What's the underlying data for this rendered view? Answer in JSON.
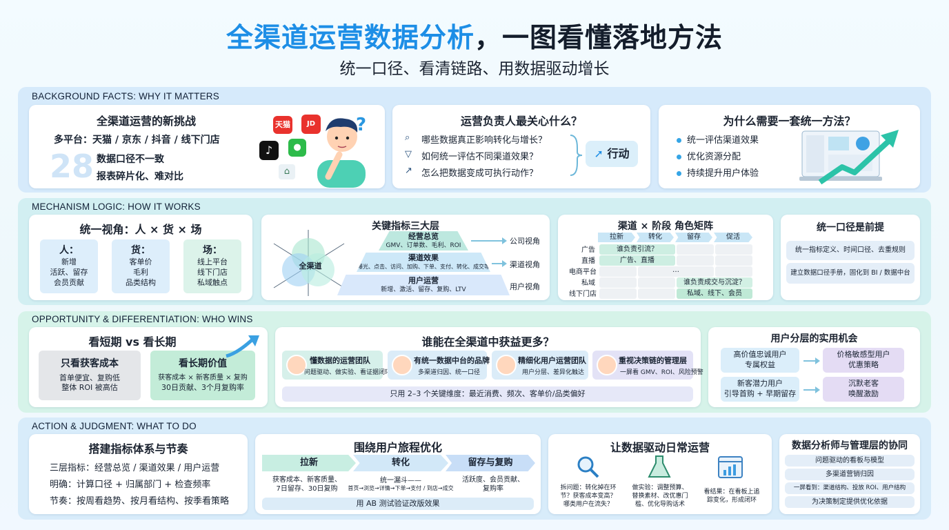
{
  "header": {
    "title_part1": "全渠道运营数据分析",
    "title_part2": "，一图看懂落地方法",
    "subtitle": "统一口径、看清链路、用数据驱动增长"
  },
  "sections": {
    "background": "BACKGROUND FACTS: WHY IT MATTERS",
    "mechanism": "MECHANISM LOGIC: HOW IT WORKS",
    "opportunity": "OPPORTUNITY & DIFFERENTIATION: WHO WINS",
    "action": "ACTION & JUDGMENT: WHAT TO DO"
  },
  "bg_card1": {
    "title": "全渠道运营的新挑战",
    "platforms": "多平台：天猫 / 京东 / 抖音 / 线下门店",
    "big_number": "28",
    "line2": "数据口径不一致",
    "line3": "报表碎片化、难对比",
    "app_tmall": "天猫",
    "app_jd": "JD"
  },
  "bg_card2": {
    "title": "运营负责人最关心什么？",
    "q1": "哪些数据真正影响转化与增长？",
    "q2": "如何统一评估不同渠道效果？",
    "q3": "怎么把数据变成可执行动作？",
    "action": "行动"
  },
  "bg_card3": {
    "title": "为什么需要一套统一方法？",
    "b1": "统一评估渠道效果",
    "b2": "优化资源分配",
    "b3": "持续提升用户体验"
  },
  "mech_card1": {
    "title": "统一视角：人 × 货 × 场",
    "cols": [
      {
        "head": "人：",
        "lines": [
          "新增",
          "活跃、留存",
          "会员贡献"
        ]
      },
      {
        "head": "货：",
        "lines": [
          "客单价",
          "毛利",
          "品类结构"
        ]
      },
      {
        "head": "场：",
        "lines": [
          "线上平台",
          "线下门店",
          "私域触点"
        ]
      }
    ]
  },
  "mech_card2": {
    "title": "关键指标三大层",
    "center": "全渠道",
    "layers": [
      {
        "name": "经营总览",
        "detail": "GMV、订单数、毛利、ROI",
        "view": "公司视角"
      },
      {
        "name": "渠道效果",
        "detail": "曝光、点击、访问、加购、下单、支付、转化、成交等",
        "view": "渠道视角"
      },
      {
        "name": "用户运营",
        "detail": "新增、激活、留存、复购、LTV",
        "view": "用户视角"
      }
    ]
  },
  "mech_card3": {
    "title": "渠道 × 阶段 角色矩阵",
    "stages": [
      "拉新",
      "转化",
      "留存",
      "促活"
    ],
    "rows": [
      "广告",
      "直播",
      "电商平台",
      "私域",
      "线下门店"
    ],
    "notes": {
      "ad": "谁负责引流？",
      "live": "广告、直播",
      "ec": "…",
      "private": "谁负责成交与沉淀？",
      "offline": "私域、线下、会员"
    }
  },
  "mech_card4": {
    "title": "统一口径是前提",
    "l1": "统一指标定义、时间口径、去重规则",
    "l2": "建立数据口径手册，固化到 BI / 数据中台"
  },
  "opp_card1": {
    "title": "看短期 vs 看长期",
    "left_title": "只看获客成本",
    "left_l1": "首单便宜、复购低",
    "left_l2": "整体 ROI 被高估",
    "right_title": "看长期价值",
    "right_l1": "获客成本 × 新客质量 × 复购",
    "right_l2": "30日贡献、3个月复购率"
  },
  "opp_card2": {
    "title": "谁能在全渠道中获益更多？",
    "teams": [
      {
        "name": "懂数据的运营团队",
        "desc": "问题驱动、做实验、看证据闭环"
      },
      {
        "name": "有统一数据中台的品牌",
        "desc": "多渠道归因、统一口径"
      },
      {
        "name": "精细化用户运营团队",
        "desc": "用户分层、差异化触达"
      },
      {
        "name": "重视决策链的管理层",
        "desc": "一屏看 GMV、ROI、风险预警"
      }
    ],
    "footer": "只用 2–3 个关键维度：最近消费、频次、客单价/品类偏好"
  },
  "opp_card3": {
    "title": "用户分层的实用机会",
    "a1": "高价值忠诚用户",
    "a2": "专属权益",
    "b1": "价格敏感型用户",
    "b2": "优惠策略",
    "c1": "新客潜力用户",
    "c2": "引导首购 + 早期留存",
    "d1": "沉默老客",
    "d2": "唤醒激励"
  },
  "act_card1": {
    "title": "搭建指标体系与节奏",
    "l1": "三层指标：经营总览 / 渠道效果 / 用户运营",
    "l2": "明确：计算口径 + 归属部门 + 检查频率",
    "l3": "节奏：按周看趋势、按月看结构、按季看策略"
  },
  "act_card2": {
    "title": "围绕用户旅程优化",
    "steps": [
      {
        "name": "拉新",
        "d1": "获客成本、新客质量、",
        "d2": "7日留存、30日复购"
      },
      {
        "name": "转化",
        "d1": "统一漏斗——",
        "d2": "首页→浏览→详情→下单→支付 / 到店→成交"
      },
      {
        "name": "留存与复购",
        "d1": "活跃度、会员贡献、",
        "d2": "复购率"
      }
    ],
    "footer": "用 AB 测试验证改版效果"
  },
  "act_card3": {
    "title": "让数据驱动日常运营",
    "c1": [
      "拆问题：转化掉在环",
      "节？获客成本变高？",
      "哪类用户在流失？"
    ],
    "c2": [
      "做实验：调整预算、",
      "替换素材、改优惠门",
      "槛、优化导购话术"
    ],
    "c3": [
      "看结果：在看板上追",
      "踪变化，形成闭环"
    ]
  },
  "act_card4": {
    "title": "数据分析师与管理层的协同",
    "r1": "问题驱动的看板与模型",
    "r2": "多渠道营销归因",
    "r3": "一屏看到：渠道结构、投放 ROI、用户结构",
    "r4": "为决策制定提供优化依据"
  },
  "colors": {
    "accent": "#1d8ee6",
    "band_blue": "#d7ebfb",
    "band_teal": "#d4f0f1",
    "band_mint": "#d8f3ea",
    "band_sky": "#daeefb"
  },
  "icons": [
    "tmall-app-icon",
    "jd-app-icon",
    "douyin-app-icon",
    "wechat-app-icon",
    "store-icon",
    "thinking-person-icon",
    "question-mark-icon",
    "search-icon",
    "funnel-icon",
    "trend-icon",
    "dashboard-laptop-icon",
    "growth-arrow-icon",
    "venn-icon",
    "user-avatar-icon",
    "magnifier-icon",
    "flask-icon",
    "chart-window-icon"
  ]
}
